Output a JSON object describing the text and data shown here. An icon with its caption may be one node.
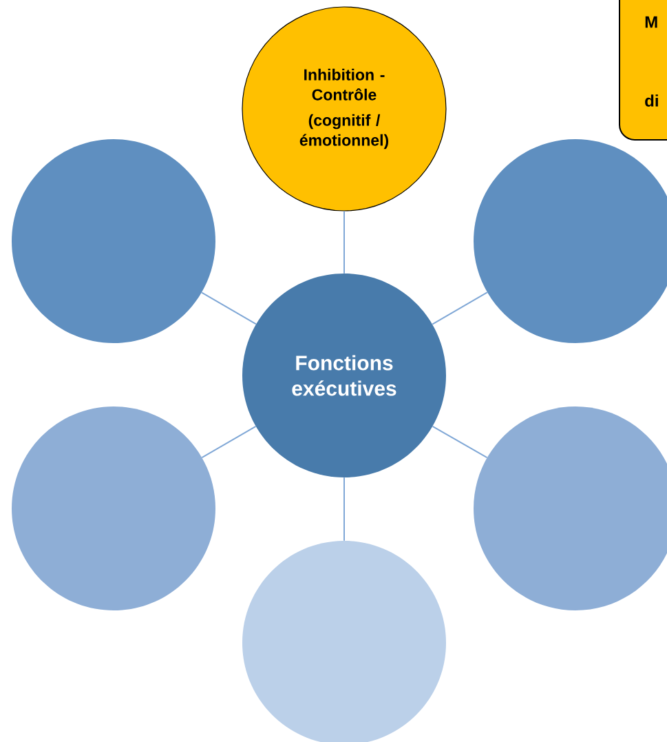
{
  "diagram": {
    "nodes": [
      {
        "text": [
          "Inhibition - Contrôle",
          "(cognitif / émotionnel)"
        ]
      },
      {
        "text": [
          "M",
          "di"
        ]
      },
      {
        "text": [],
        "shape": "circle"
      },
      {
        "text": [],
        "shape": "circle"
      },
      {
        "text": [
          "Fonctions exécutives"
        ]
      },
      {
        "text": [],
        "shape": "circle"
      },
      {
        "text": [],
        "shape": "circle"
      },
      {
        "text": [],
        "shape": "circle"
      }
    ],
    "edges": [
      {
        "from": 4,
        "to": 0,
        "arrow": "none"
      },
      {
        "from": 4,
        "to": 2,
        "arrow": "none"
      },
      {
        "from": 4,
        "to": 3,
        "arrow": "none"
      },
      {
        "from": 4,
        "to": 5,
        "arrow": "none"
      },
      {
        "from": 4,
        "to": 6,
        "arrow": "none"
      },
      {
        "from": 4,
        "to": 7,
        "arrow": "none"
      }
    ]
  }
}
